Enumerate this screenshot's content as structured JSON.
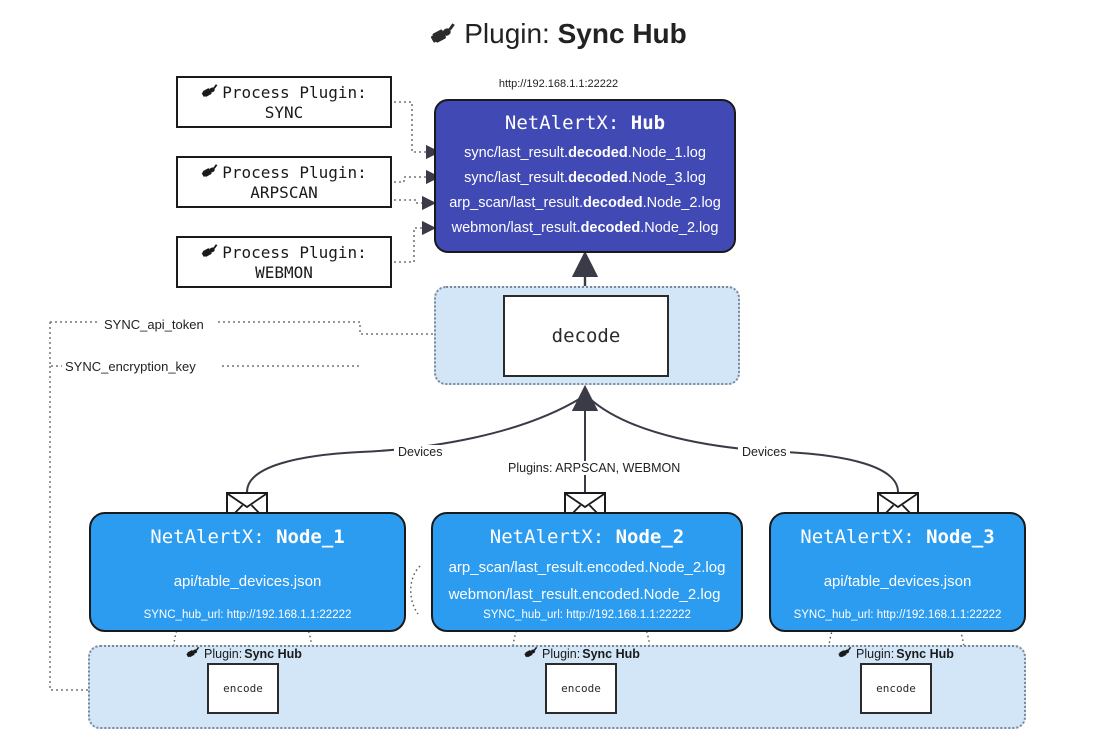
{
  "header": {
    "icon": "plug-icon",
    "prefix": "Plugin:",
    "title": "Sync Hub",
    "hub_url": "http://192.168.1.1:22222"
  },
  "process_plugins": [
    {
      "icon": "plug-icon",
      "label": "Process Plugin:",
      "name": "SYNC"
    },
    {
      "icon": "plug-icon",
      "label": "Process Plugin:",
      "name": "ARPSCAN"
    },
    {
      "icon": "plug-icon",
      "label": "Process Plugin:",
      "name": "WEBMON"
    }
  ],
  "hub": {
    "prefix": "NetAlertX:",
    "name": "Hub",
    "color": "#4049b4",
    "logs": [
      {
        "pre": "sync/last_result.",
        "em": "decoded",
        "post": ".Node_1.log"
      },
      {
        "pre": "sync/last_result.",
        "em": "decoded",
        "post": ".Node_3.log"
      },
      {
        "pre": "arp_scan/last_result.",
        "em": "decoded",
        "post": ".Node_2.log"
      },
      {
        "pre": "webmon/last_result.",
        "em": "decoded",
        "post": ".Node_2.log"
      }
    ]
  },
  "decode": {
    "label": "decode",
    "container_color": "#d3e6f8"
  },
  "tokens": {
    "api_token": "SYNC_api_token",
    "encryption_key": "SYNC_encryption_key"
  },
  "edge_labels": {
    "devices_left": "Devices",
    "devices_right": "Devices",
    "plugins": "Plugins: ARPSCAN, WEBMON"
  },
  "nodes": [
    {
      "prefix": "NetAlertX:",
      "name": "Node_1",
      "color": "#2b9cf0",
      "lines": [
        "api/table_devices.json"
      ],
      "hub_url_label": "SYNC_hub_url: http://192.168.1.1:22222",
      "envelope_icon": "envelope-icon"
    },
    {
      "prefix": "NetAlertX:",
      "name": "Node_2",
      "color": "#2b9cf0",
      "lines": [
        "arp_scan/last_result.encoded.Node_2.log",
        "webmon/last_result.encoded.Node_2.log"
      ],
      "hub_url_label": "SYNC_hub_url: http://192.168.1.1:22222",
      "envelope_icon": "envelope-icon"
    },
    {
      "prefix": "NetAlertX:",
      "name": "Node_3",
      "color": "#2b9cf0",
      "lines": [
        "api/table_devices.json"
      ],
      "hub_url_label": "SYNC_hub_url: http://192.168.1.1:22222",
      "envelope_icon": "envelope-icon"
    }
  ],
  "encoders": [
    {
      "icon": "plug-icon",
      "label_prefix": "Plugin:",
      "label_name": "Sync Hub",
      "box": "encode"
    },
    {
      "icon": "plug-icon",
      "label_prefix": "Plugin:",
      "label_name": "Sync Hub",
      "box": "encode"
    },
    {
      "icon": "plug-icon",
      "label_prefix": "Plugin:",
      "label_name": "Sync Hub",
      "box": "encode"
    }
  ]
}
